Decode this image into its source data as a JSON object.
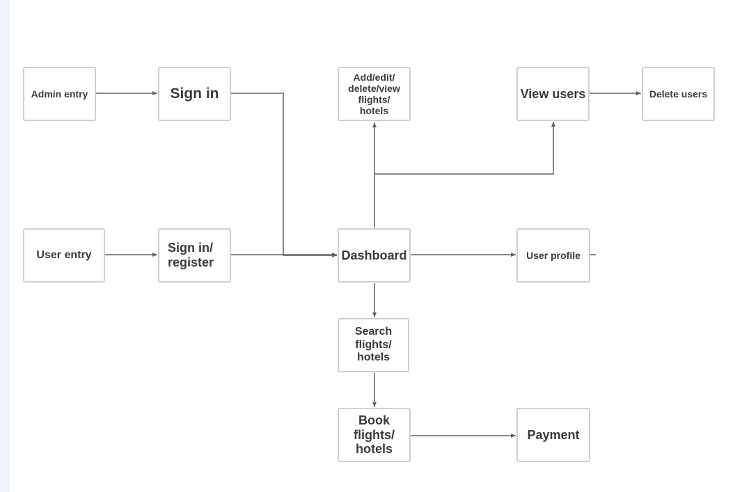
{
  "nodes": {
    "admin_entry": "Admin entry",
    "sign_in": "Sign in",
    "add_edit": "Add/edit/\ndelete/view\nflights/\nhotels",
    "view_users": "View users",
    "delete_users": "Delete users",
    "user_entry": "User entry",
    "sign_in_register": "Sign in/\nregister",
    "dashboard": "Dashboard",
    "user_profile": "User profile",
    "search": "Search\nflights/\nhotels",
    "book": "Book\nflights/\nhotels",
    "payment": "Payment"
  },
  "colors": {
    "line": "#5f6368",
    "border": "#cfcfcf",
    "text": "#3a3a3a"
  }
}
